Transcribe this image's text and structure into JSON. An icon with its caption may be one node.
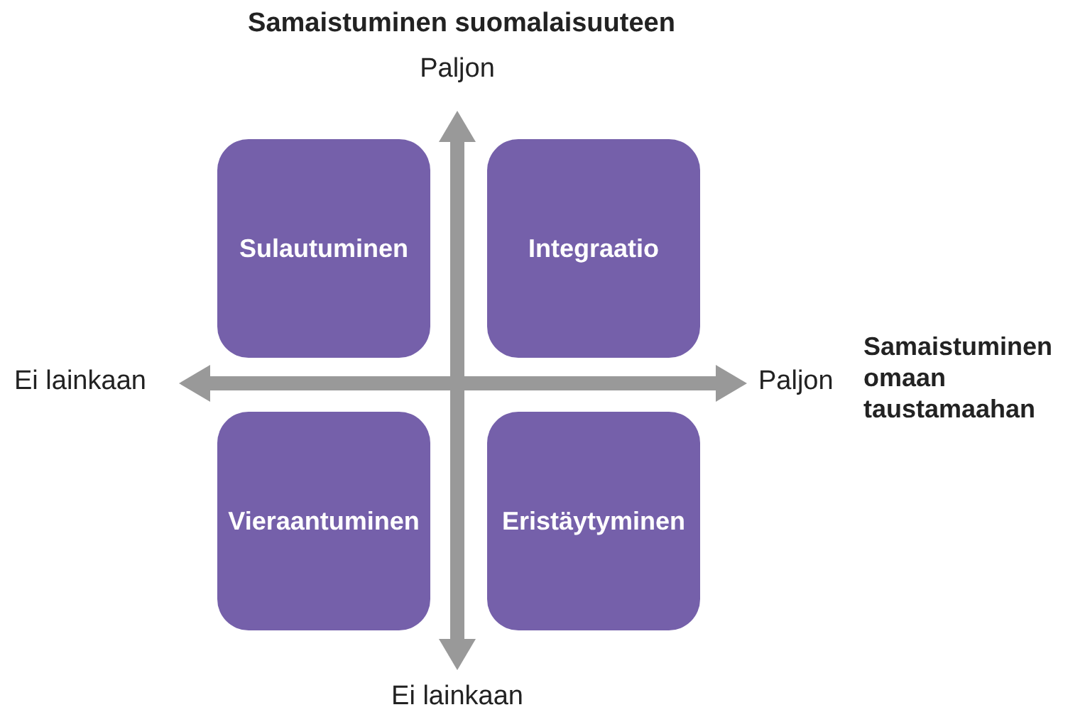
{
  "diagram": {
    "nodes": [
      {
        "text": [
          "Sulautuminen"
        ]
      },
      {
        "text": [
          "Integraatio"
        ]
      },
      {
        "text": [
          "Vieraantuminen"
        ]
      },
      {
        "text": [
          "Eristäytyminen"
        ]
      }
    ],
    "labels": [
      "Samaistuminen suomalaisuuteen",
      "Paljon",
      "Ei lainkaan",
      "Paljon",
      "Samaistuminen omaan taustamaahan",
      "Ei lainkaan"
    ]
  }
}
